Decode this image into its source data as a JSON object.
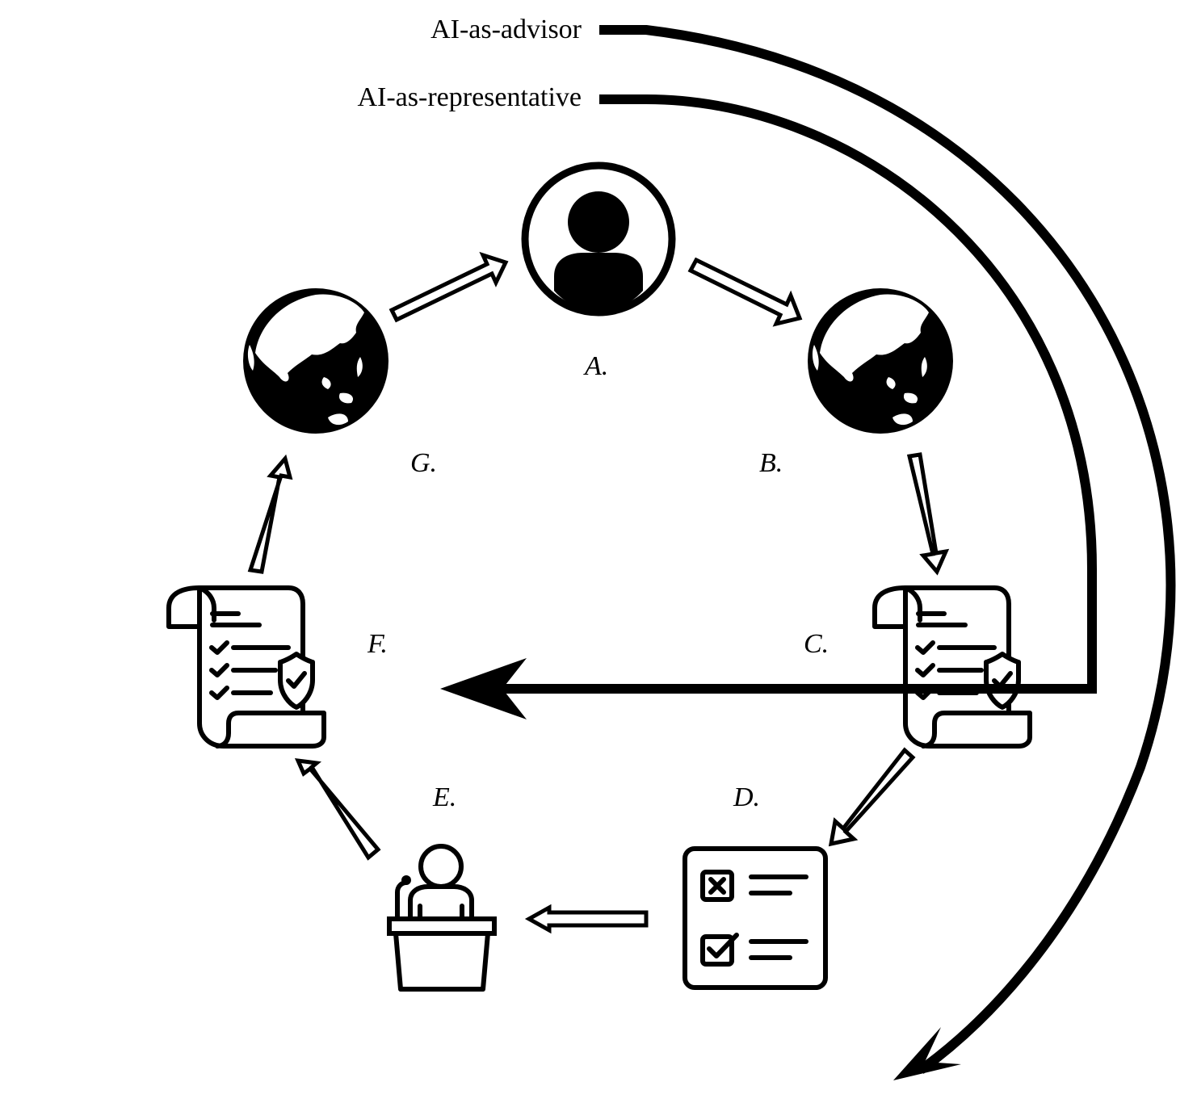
{
  "legend": {
    "advisor": "AI-as-advisor",
    "representative": "AI-as-representative"
  },
  "nodes": {
    "a": {
      "label": "A.",
      "icon": "person-circle-icon"
    },
    "b": {
      "label": "B.",
      "icon": "globe-icon"
    },
    "c": {
      "label": "C.",
      "icon": "policy-scroll-icon"
    },
    "d": {
      "label": "D.",
      "icon": "checklist-ballot-icon"
    },
    "e": {
      "label": "E.",
      "icon": "podium-speaker-icon"
    },
    "f": {
      "label": "F.",
      "icon": "policy-scroll-icon"
    },
    "g": {
      "label": "G.",
      "icon": "globe-icon"
    }
  },
  "colors": {
    "stroke": "#000000",
    "background": "#ffffff"
  }
}
